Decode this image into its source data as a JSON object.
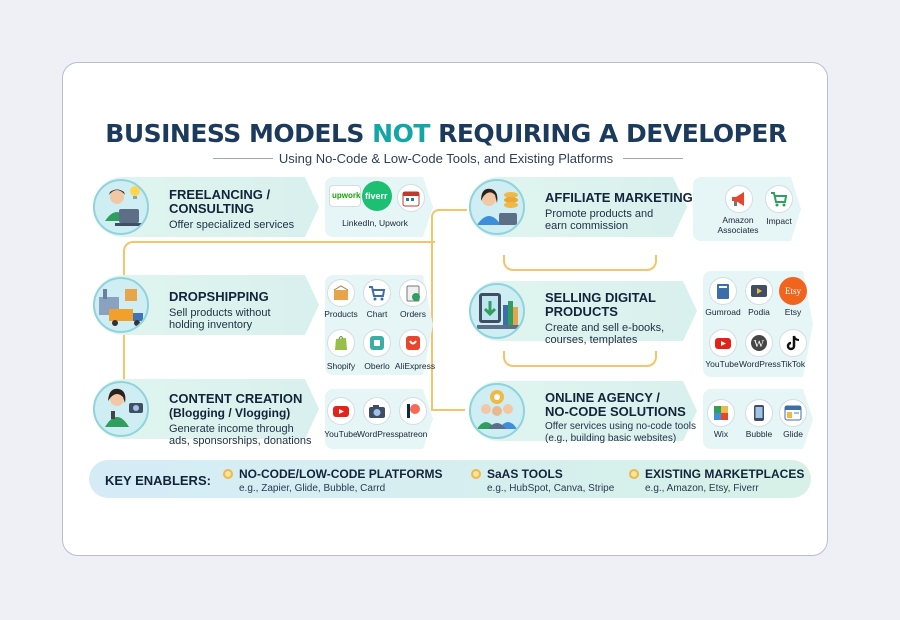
{
  "title": {
    "part1": "BUSINESS MODELS",
    "accent": "NOT",
    "part2": "REQUIRING A DEVELOPER"
  },
  "subtitle": "Using No-Code & Low-Code Tools, and Existing Platforms",
  "models": [
    {
      "heading": "FREELANCING / CONSULTING",
      "heading_lines": [
        "FREELANCING /",
        "CONSULTING"
      ],
      "desc": [
        "Offer specialized services"
      ],
      "tools": [
        {
          "name": "upwork",
          "icon": "upwork-logo-icon"
        },
        {
          "name": "fiverr",
          "icon": "fiverr-logo-icon"
        },
        {
          "name": "",
          "icon": "calendar-icon"
        }
      ],
      "tools_label": "LinkedIn, Upwork",
      "avatar": "laptop-worker-illustration"
    },
    {
      "heading": "DROPSHIPPING",
      "heading_lines": [
        "DROPSHIPPING"
      ],
      "desc": [
        "Sell products without",
        "holding inventory"
      ],
      "tools": [
        {
          "name": "Products",
          "icon": "boxes-icon"
        },
        {
          "name": "Chart",
          "icon": "cart-icon"
        },
        {
          "name": "Orders",
          "icon": "orders-icon"
        },
        {
          "name": "Shopify",
          "icon": "shopify-icon"
        },
        {
          "name": "Oberlo",
          "icon": "oberlo-icon"
        },
        {
          "name": "AliExpress",
          "icon": "aliexpress-icon"
        }
      ],
      "avatar": "factory-truck-illustration"
    },
    {
      "heading": "CONTENT CREATION",
      "heading_lines": [
        "CONTENT CREATION",
        "(Blogging / Vlogging)"
      ],
      "desc": [
        "Generate income through",
        "ads, sponsorships, donations"
      ],
      "tools": [
        {
          "name": "YouTube",
          "icon": "youtube-icon"
        },
        {
          "name": "WordPress",
          "icon": "camera-icon"
        },
        {
          "name": "patreon",
          "icon": "patreon-icon"
        }
      ],
      "avatar": "content-creator-illustration"
    },
    {
      "heading": "AFFILIATE MARKETING",
      "heading_lines": [
        "AFFILIATE MARKETING"
      ],
      "desc": [
        "Promote products and",
        "earn commission"
      ],
      "tools": [
        {
          "name": "Amazon Associates",
          "icon": "megaphone-icon",
          "lines": [
            "Amazon",
            "Associates"
          ]
        },
        {
          "name": "Impact",
          "icon": "cart-icon"
        }
      ],
      "avatar": "coins-laptop-illustration"
    },
    {
      "heading": "SELLING DIGITAL PRODUCTS",
      "heading_lines": [
        "SELLING DIGITAL",
        "PRODUCTS"
      ],
      "desc": [
        "Create and sell e-books,",
        "courses, templates"
      ],
      "tools": [
        {
          "name": "Gumroad",
          "icon": "book-icon"
        },
        {
          "name": "Podia",
          "icon": "video-icon"
        },
        {
          "name": "Etsy",
          "icon": "etsy-icon"
        },
        {
          "name": "YouTube",
          "icon": "youtube-icon"
        },
        {
          "name": "WordPress",
          "icon": "wordpress-icon"
        },
        {
          "name": "TikTok",
          "icon": "tiktok-icon"
        }
      ],
      "avatar": "tablet-books-illustration"
    },
    {
      "heading": "ONLINE AGENCY / NO-CODE SOLUTIONS",
      "heading_lines": [
        "ONLINE AGENCY /",
        "NO-CODE SOLUTIONS"
      ],
      "desc": [
        "Offer services using no-code tools",
        "(e.g., building basic websites)"
      ],
      "tools": [
        {
          "name": "Wix",
          "icon": "puzzle-icon"
        },
        {
          "name": "Bubble",
          "icon": "phone-icon"
        },
        {
          "name": "Glide",
          "icon": "browser-icon"
        }
      ],
      "avatar": "team-gear-illustration"
    }
  ],
  "enablers": {
    "label": "KEY ENABLERS:",
    "items": [
      {
        "heading": "NO-CODE/LOW-CODE PLATFORMS",
        "examples": "e.g., Zapier, Glide, Bubble, Carrd"
      },
      {
        "heading": "SaAS TOOLS",
        "examples": "e.g., HubSpot, Canva, Stripe"
      },
      {
        "heading": "EXISTING MARKETPLACES",
        "examples": "e.g., Amazon, Etsy, Fiverr"
      }
    ]
  },
  "colors": {
    "navy": "#1c3a5c",
    "teal": "#12a6a4",
    "connector": "#f3c46b",
    "card_border": "#b9bcd6"
  }
}
